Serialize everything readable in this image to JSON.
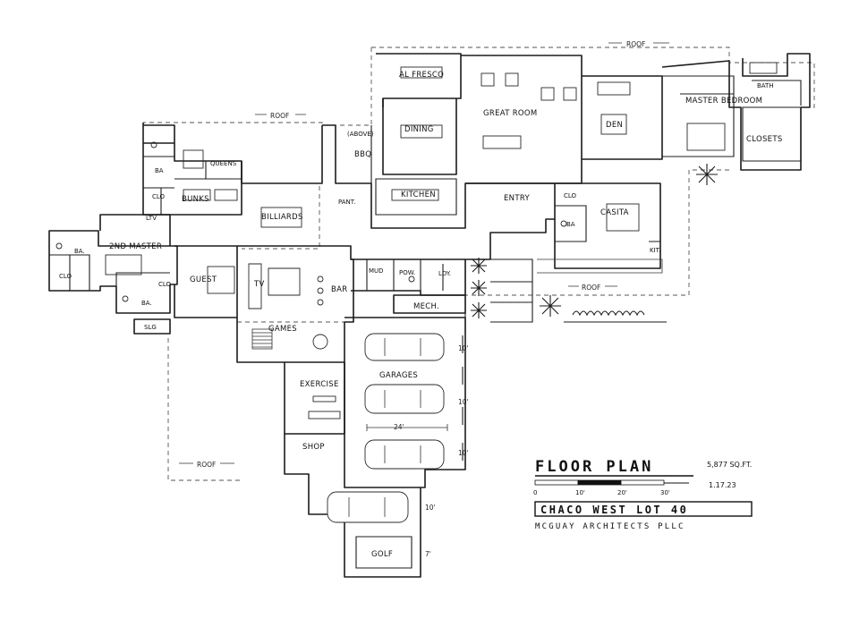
{
  "rooms": {
    "al_fresco": "AL FRESCO",
    "great_room": "GREAT ROOM",
    "dining": "DINING",
    "bbq": "BBQ",
    "bbq_note": "(ABOVE)",
    "kitchen": "KITCHEN",
    "pantry": "PANT.",
    "entry": "ENTRY",
    "den": "DEN",
    "master_bedroom": "MASTER BEDROOM",
    "master_bath": "BATH",
    "closets": "CLOSETS",
    "casita": "CASITA",
    "casita_closet": "CLO",
    "casita_bath": "BA",
    "casita_kitchen": "KIT.",
    "billiards": "BILLIARDS",
    "queens": "QUEENS",
    "bunks": "BUNKS",
    "bunk_bath": "BA",
    "bunk_closet": "CLO",
    "laundry_alcove": "LTV",
    "second_master": "2ND MASTER",
    "second_master_bath": "BA.",
    "second_master_closet": "CLO",
    "guest": "GUEST",
    "guest_bath": "BA.",
    "guest_closet": "CLO",
    "storage": "SLG",
    "tv": "TV",
    "bar": "BAR",
    "games": "GAMES",
    "mud": "MUD",
    "powder": "POW.",
    "laundry": "LDY.",
    "mech": "MECH.",
    "garages": "GARAGES",
    "exercise": "EXERCISE",
    "shop": "SHOP",
    "golf": "GOLF"
  },
  "roof_labels": [
    "ROOF",
    "ROOF",
    "ROOF",
    "ROOF"
  ],
  "dimensions": {
    "garage_width": "24'",
    "bay_depth_1": "10'",
    "bay_depth_2": "10'",
    "bay_depth_3": "10'",
    "bay_depth_4": "10'",
    "golf_depth": "7'"
  },
  "title_block": {
    "title": "FLOOR PLAN",
    "area": "5,877 SQ.FT.",
    "date": "1.17.23",
    "scale_ticks": [
      "0",
      "10'",
      "20'",
      "30'"
    ],
    "project": "CHACO WEST LOT 40",
    "firm": "MCGUAY ARCHITECTS PLLC"
  }
}
